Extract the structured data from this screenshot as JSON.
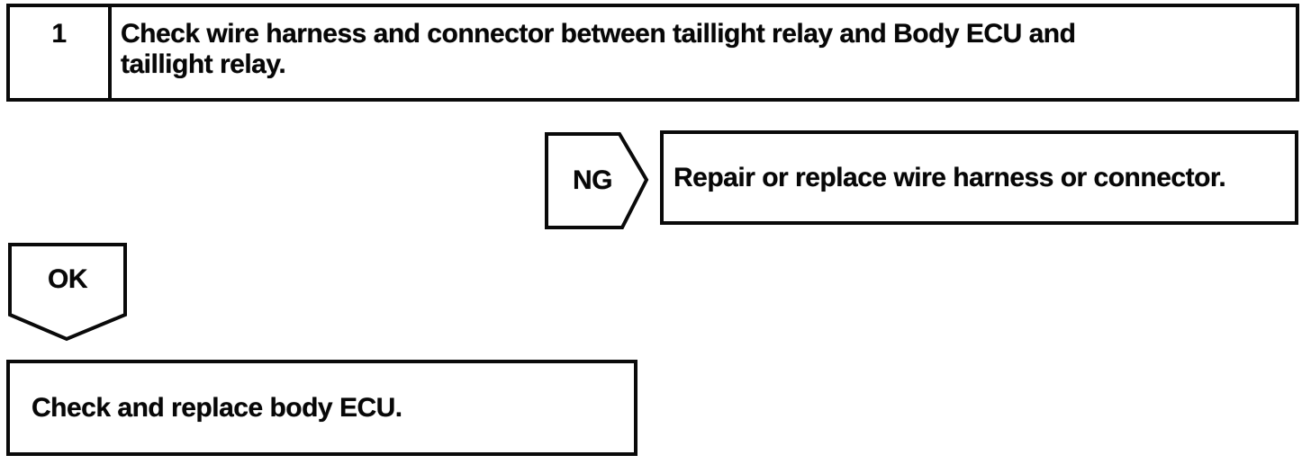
{
  "page": {
    "background_color": "#ffffff",
    "line_color": "#0a0a0a",
    "text_color": "#070707"
  },
  "step": {
    "number": "1",
    "instruction": "Check wire harness and connector between taillight relay and Body ECU and taillight relay.",
    "instruction_lines": [
      "Check wire harness and connector between taillight relay and Body ECU and",
      "taillight relay."
    ]
  },
  "ng_branch": {
    "label": "NG",
    "action": "Repair or replace wire harness or connector."
  },
  "ok_branch": {
    "label": "OK",
    "action": "Check and replace body ECU."
  }
}
